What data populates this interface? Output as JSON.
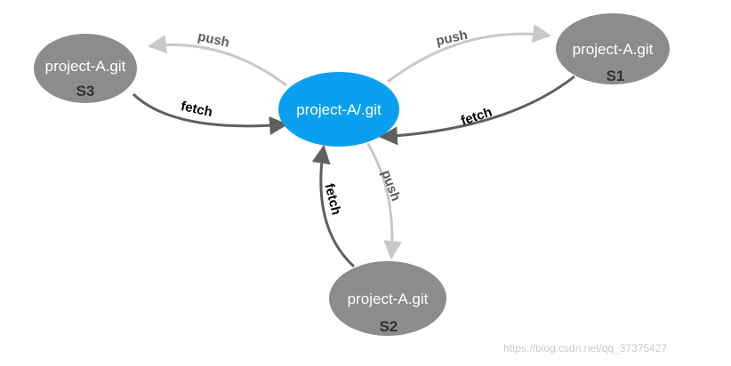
{
  "colors": {
    "center_node": "#0aa0ef",
    "remote_node": "#8c8c8c",
    "push_arrow": "#c8c8c8",
    "fetch_arrow": "#5f5f5f"
  },
  "nodes": {
    "center": {
      "label": "project-A/.git"
    },
    "s1": {
      "label": "project-A.git",
      "id": "S1"
    },
    "s2": {
      "label": "project-A.git",
      "id": "S2"
    },
    "s3": {
      "label": "project-A.git",
      "id": "S3"
    }
  },
  "edges": {
    "push_s1": {
      "label": "push"
    },
    "fetch_s1": {
      "label": "fetch"
    },
    "push_s2": {
      "label": "push"
    },
    "fetch_s2": {
      "label": "fetch"
    },
    "push_s3": {
      "label": "push"
    },
    "fetch_s3": {
      "label": "fetch"
    }
  },
  "watermark": "https://blog.csdn.net/qq_37375427"
}
